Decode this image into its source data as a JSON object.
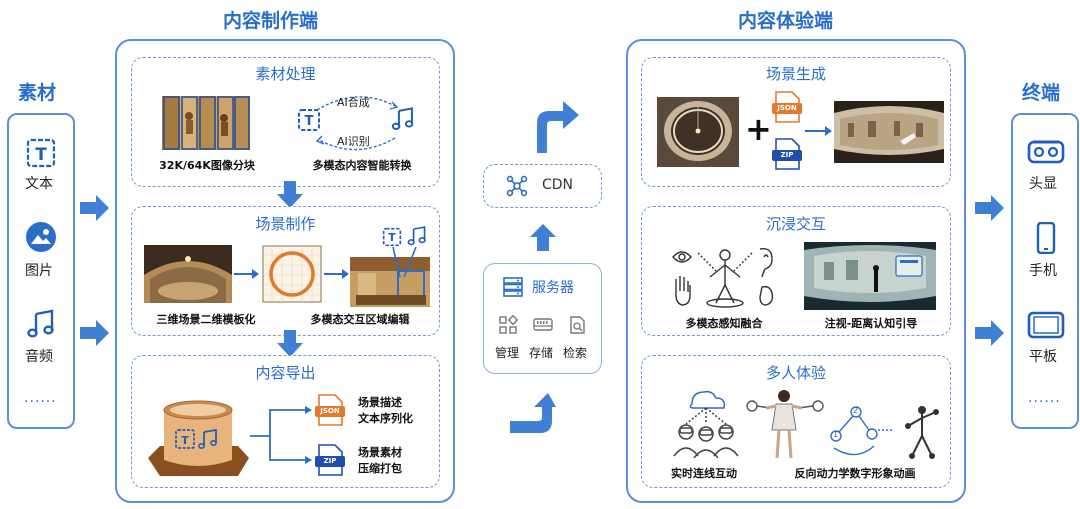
{
  "headers": {
    "materials": "素材",
    "creation": "内容制作端",
    "experience": "内容体验端",
    "terminals": "终端"
  },
  "materials": {
    "items": [
      {
        "icon": "text-icon",
        "label": "文本"
      },
      {
        "icon": "image-icon",
        "label": "图片"
      },
      {
        "icon": "music-note-icon",
        "label": "音频"
      }
    ],
    "more": "......"
  },
  "creation": {
    "processing": {
      "title": "素材处理",
      "tile_caption": "32K/64K图像分块",
      "ai_synth": "AI合成",
      "ai_recog": "AI识别",
      "multimodal_caption": "多模态内容智能转换"
    },
    "scene": {
      "title": "场景制作",
      "caption_left": "三维场景二维模板化",
      "caption_right": "多模态交互区域编辑"
    },
    "export": {
      "title": "内容导出",
      "json_label": "JSON",
      "zip_label": "ZIP",
      "desc_line1": "场景描述",
      "desc_line2": "文本序列化",
      "pack_line1": "场景素材",
      "pack_line2": "压缩打包"
    }
  },
  "middle": {
    "cdn": "CDN",
    "server_title": "服务器",
    "server_items": [
      "管理",
      "存储",
      "检索"
    ]
  },
  "experience": {
    "gen": {
      "title": "场景生成",
      "plus": "+",
      "json_label": "JSON",
      "zip_label": "ZIP"
    },
    "immersive": {
      "title": "沉浸交互",
      "caption_left": "多模态感知融合",
      "caption_right": "注视-距离认知引导"
    },
    "multi": {
      "title": "多人体验",
      "caption_left": "实时连线互动",
      "caption_right": "反向动力学数字形象动画",
      "ik_num1": "1",
      "ik_num2": "2"
    }
  },
  "terminals": {
    "items": [
      {
        "icon": "vr-headset-icon",
        "label": "头显"
      },
      {
        "icon": "phone-icon",
        "label": "手机"
      },
      {
        "icon": "tablet-icon",
        "label": "平板"
      }
    ],
    "more": "......"
  },
  "colors": {
    "accent": "#2b6ec9",
    "border": "#5b8fd6",
    "arrow": "#3f7fd4"
  }
}
